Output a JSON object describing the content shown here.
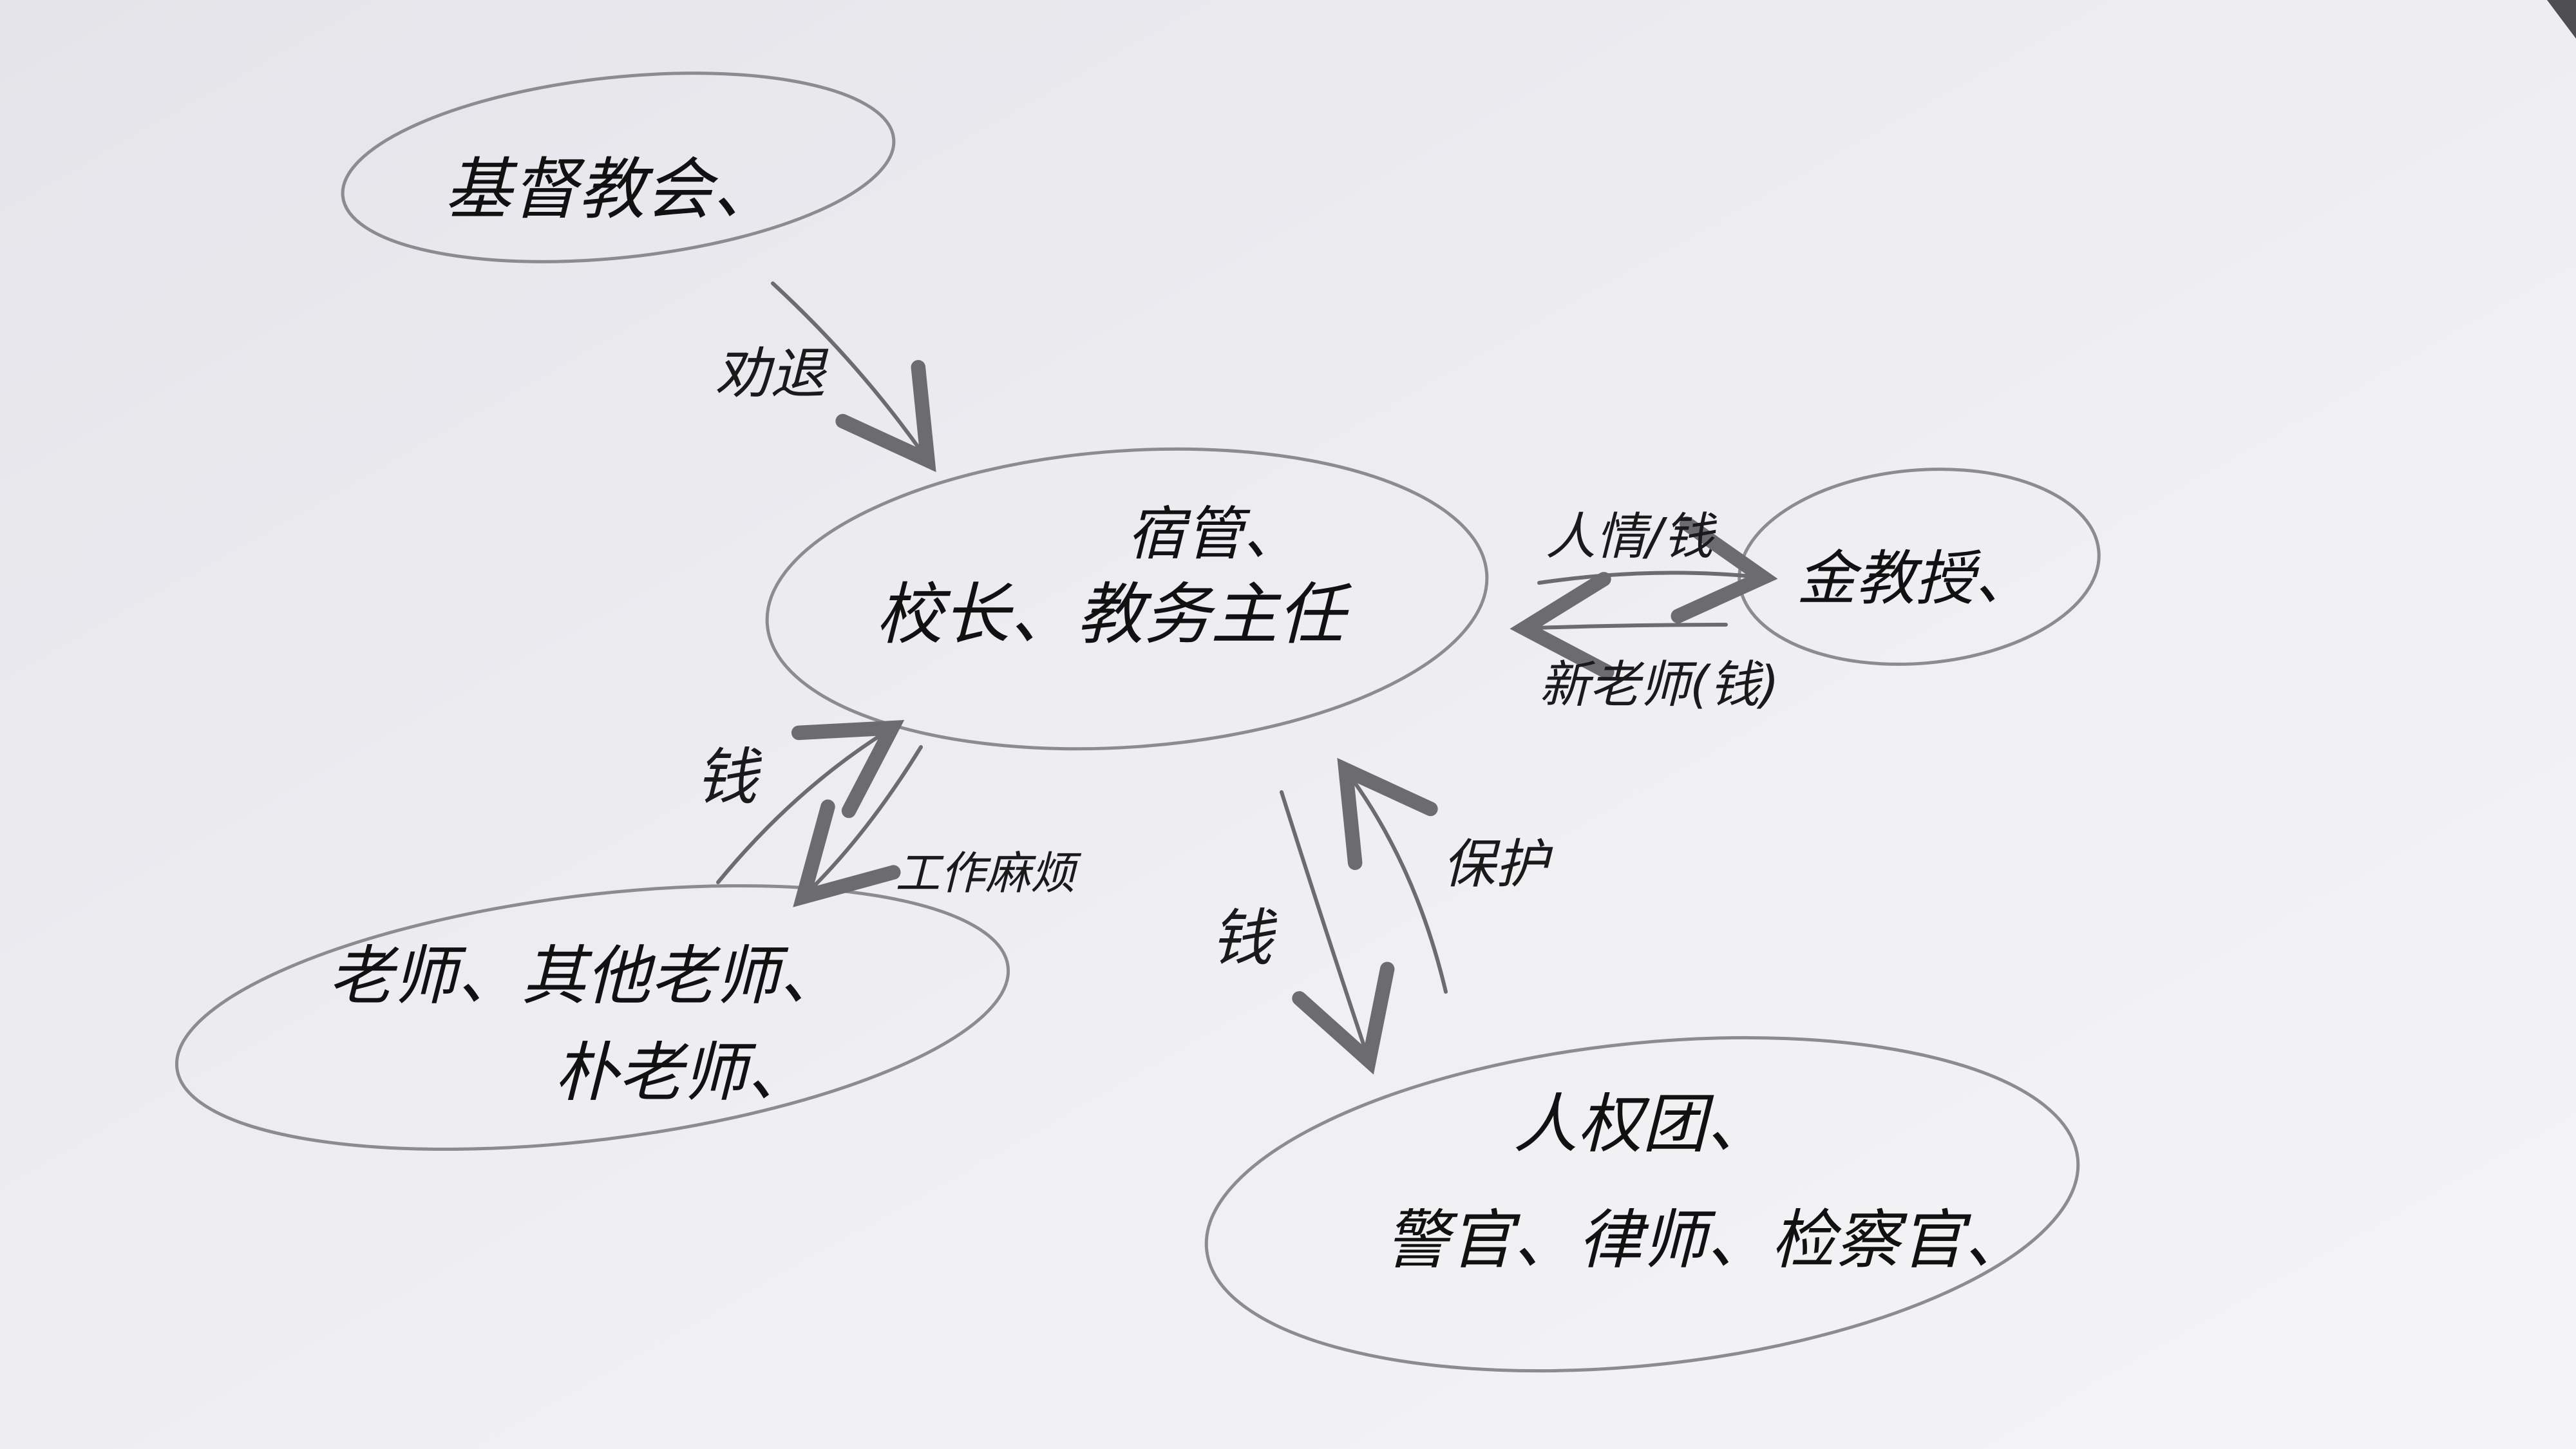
{
  "nodes": {
    "jiduo": {
      "label": "基督教会、"
    },
    "school": {
      "label_top": "宿管、",
      "label_main": "校长、教务主任"
    },
    "jin": {
      "label": "金教授、"
    },
    "teachers": {
      "line1": "老师、其他老师、",
      "line2": "朴老师、"
    },
    "people": {
      "line1": "人权团、",
      "line2": "警官、律师、检察官、"
    }
  },
  "edges": {
    "jiduo_school": "劝退",
    "school_jin": "人情/钱",
    "jin_school": "新老师(钱)",
    "teachers_school": "钱",
    "school_teachers": "工作麻烦",
    "school_people": "钱",
    "people_school": "保护"
  },
  "colors": {
    "paper": "#eeeef2",
    "shadow": "#4f4f52",
    "ink": "#111111",
    "pencil": "#8c8c90"
  }
}
